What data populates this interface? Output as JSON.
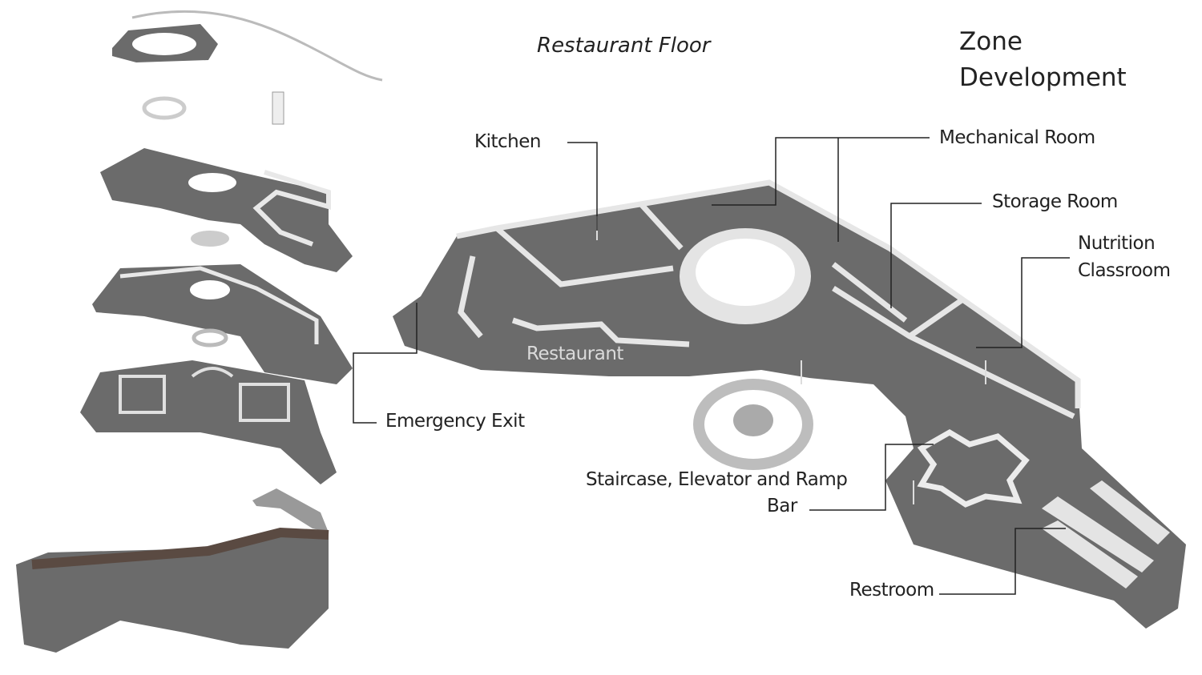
{
  "title": "Restaurant Floor",
  "heading_line1": "Zone",
  "heading_line2": "Development",
  "labels": {
    "kitchen": "Kitchen",
    "mechanical": "Mechanical Room",
    "storage": "Storage Room",
    "nutrition_line1": "Nutrition",
    "nutrition_line2": "Classroom",
    "restaurant": "Restaurant",
    "emergency": "Emergency Exit",
    "staircase": "Staircase,  Elevator and Ramp",
    "bar": "Bar",
    "restroom": "Restroom"
  },
  "colors": {
    "floor": "#6b6b6b",
    "wall": "#e4e4e4",
    "leader": "#222222"
  }
}
